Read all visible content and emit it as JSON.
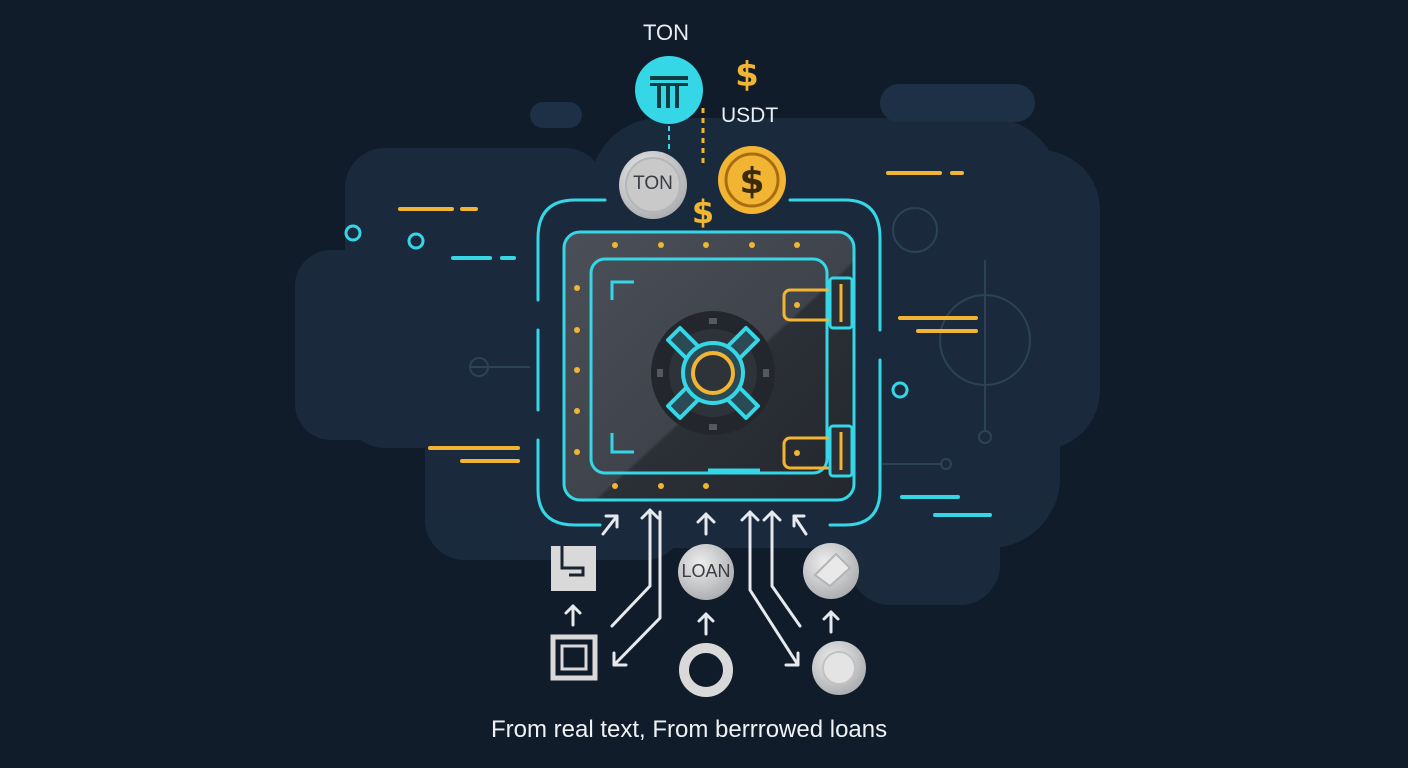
{
  "labels": {
    "ton_top": "TON",
    "usdt": "USDT",
    "ton_coin": "TON",
    "loan_coin": "LOAN",
    "caption": "From real text, From berrrowed loans"
  },
  "icons": {
    "ton_token": "ton-logo-icon",
    "usdt_coin": "dollar-coin-icon",
    "dollar_sign": "dollar-sign-icon",
    "vault": "safe-vault-icon",
    "vault_dial": "vault-dial-icon",
    "document": "document-icon",
    "square": "square-icon",
    "ring": "ring-icon",
    "silver_coin": "silver-coin-icon",
    "tilted_coin": "tilted-coin-icon"
  },
  "colors": {
    "background": "#111c2a",
    "cyan": "#35d6e6",
    "gold": "#f2b533",
    "silver": "#d2d2d2",
    "vault_body": "#3a3f48"
  }
}
